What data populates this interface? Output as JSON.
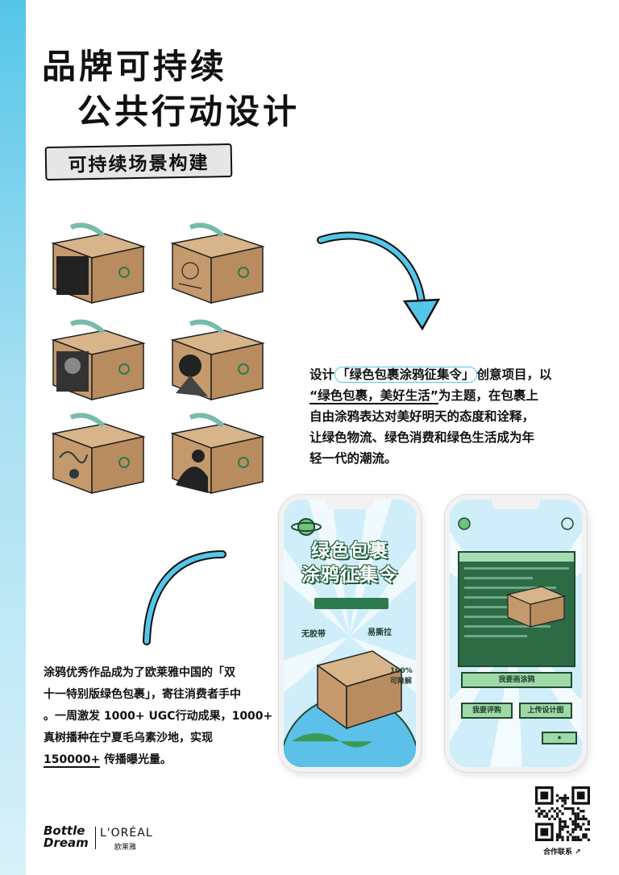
{
  "title_line1": "品牌可持续",
  "title_line2": "公共行动设计",
  "section_tag": "可持续场景构建",
  "description1": {
    "prefix": "设计",
    "project": "「绿色包裹涂鸦征集令」",
    "suffix": "创意项目，以",
    "line2_quote": "“绿色包裹，美好生活”",
    "line2_rest": "为主题，在包裹上",
    "line3": "自由涂鸦表达对美好明天的态度和诠释，",
    "line4": "让绿色物流、绿色消费和绿色生活成为年",
    "line5": "轻一代的潮流。"
  },
  "description2": {
    "line1": "涂鸦优秀作品成为了欧莱雅中国的「双",
    "line2": "十一特别版绿色包裹」，寄往消费者手中",
    "line3": "。一周激发 1000+ UGC行动成果，1000+",
    "line4": "真树播种在宁夏毛乌素沙地，实现",
    "line5_underlined": "150000+",
    "line5_rest": "传播曝光量。"
  },
  "phone1": {
    "title_line1": "绿色包裹",
    "title_line2": "涂鸦征集令",
    "label_left": "无胶带",
    "label_right": "易撕拉",
    "label_recycle": "100%\n可降解"
  },
  "phone2": {
    "button_primary": "我要画涂鸦",
    "button_secondary_left": "我要评购",
    "button_secondary_right": "上传设计图"
  },
  "logos": {
    "bottle_line1": "Bottle",
    "bottle_line2": "Dream",
    "loreal": "L'ORÉAL",
    "loreal_cn": "欧莱雅"
  },
  "qr_label": "合作联系 ↗",
  "colors": {
    "accent_blue": "#55c6e8",
    "green_dark": "#2d6b45",
    "green_light": "#9fd9a8",
    "kraft": "#c49a6c"
  }
}
